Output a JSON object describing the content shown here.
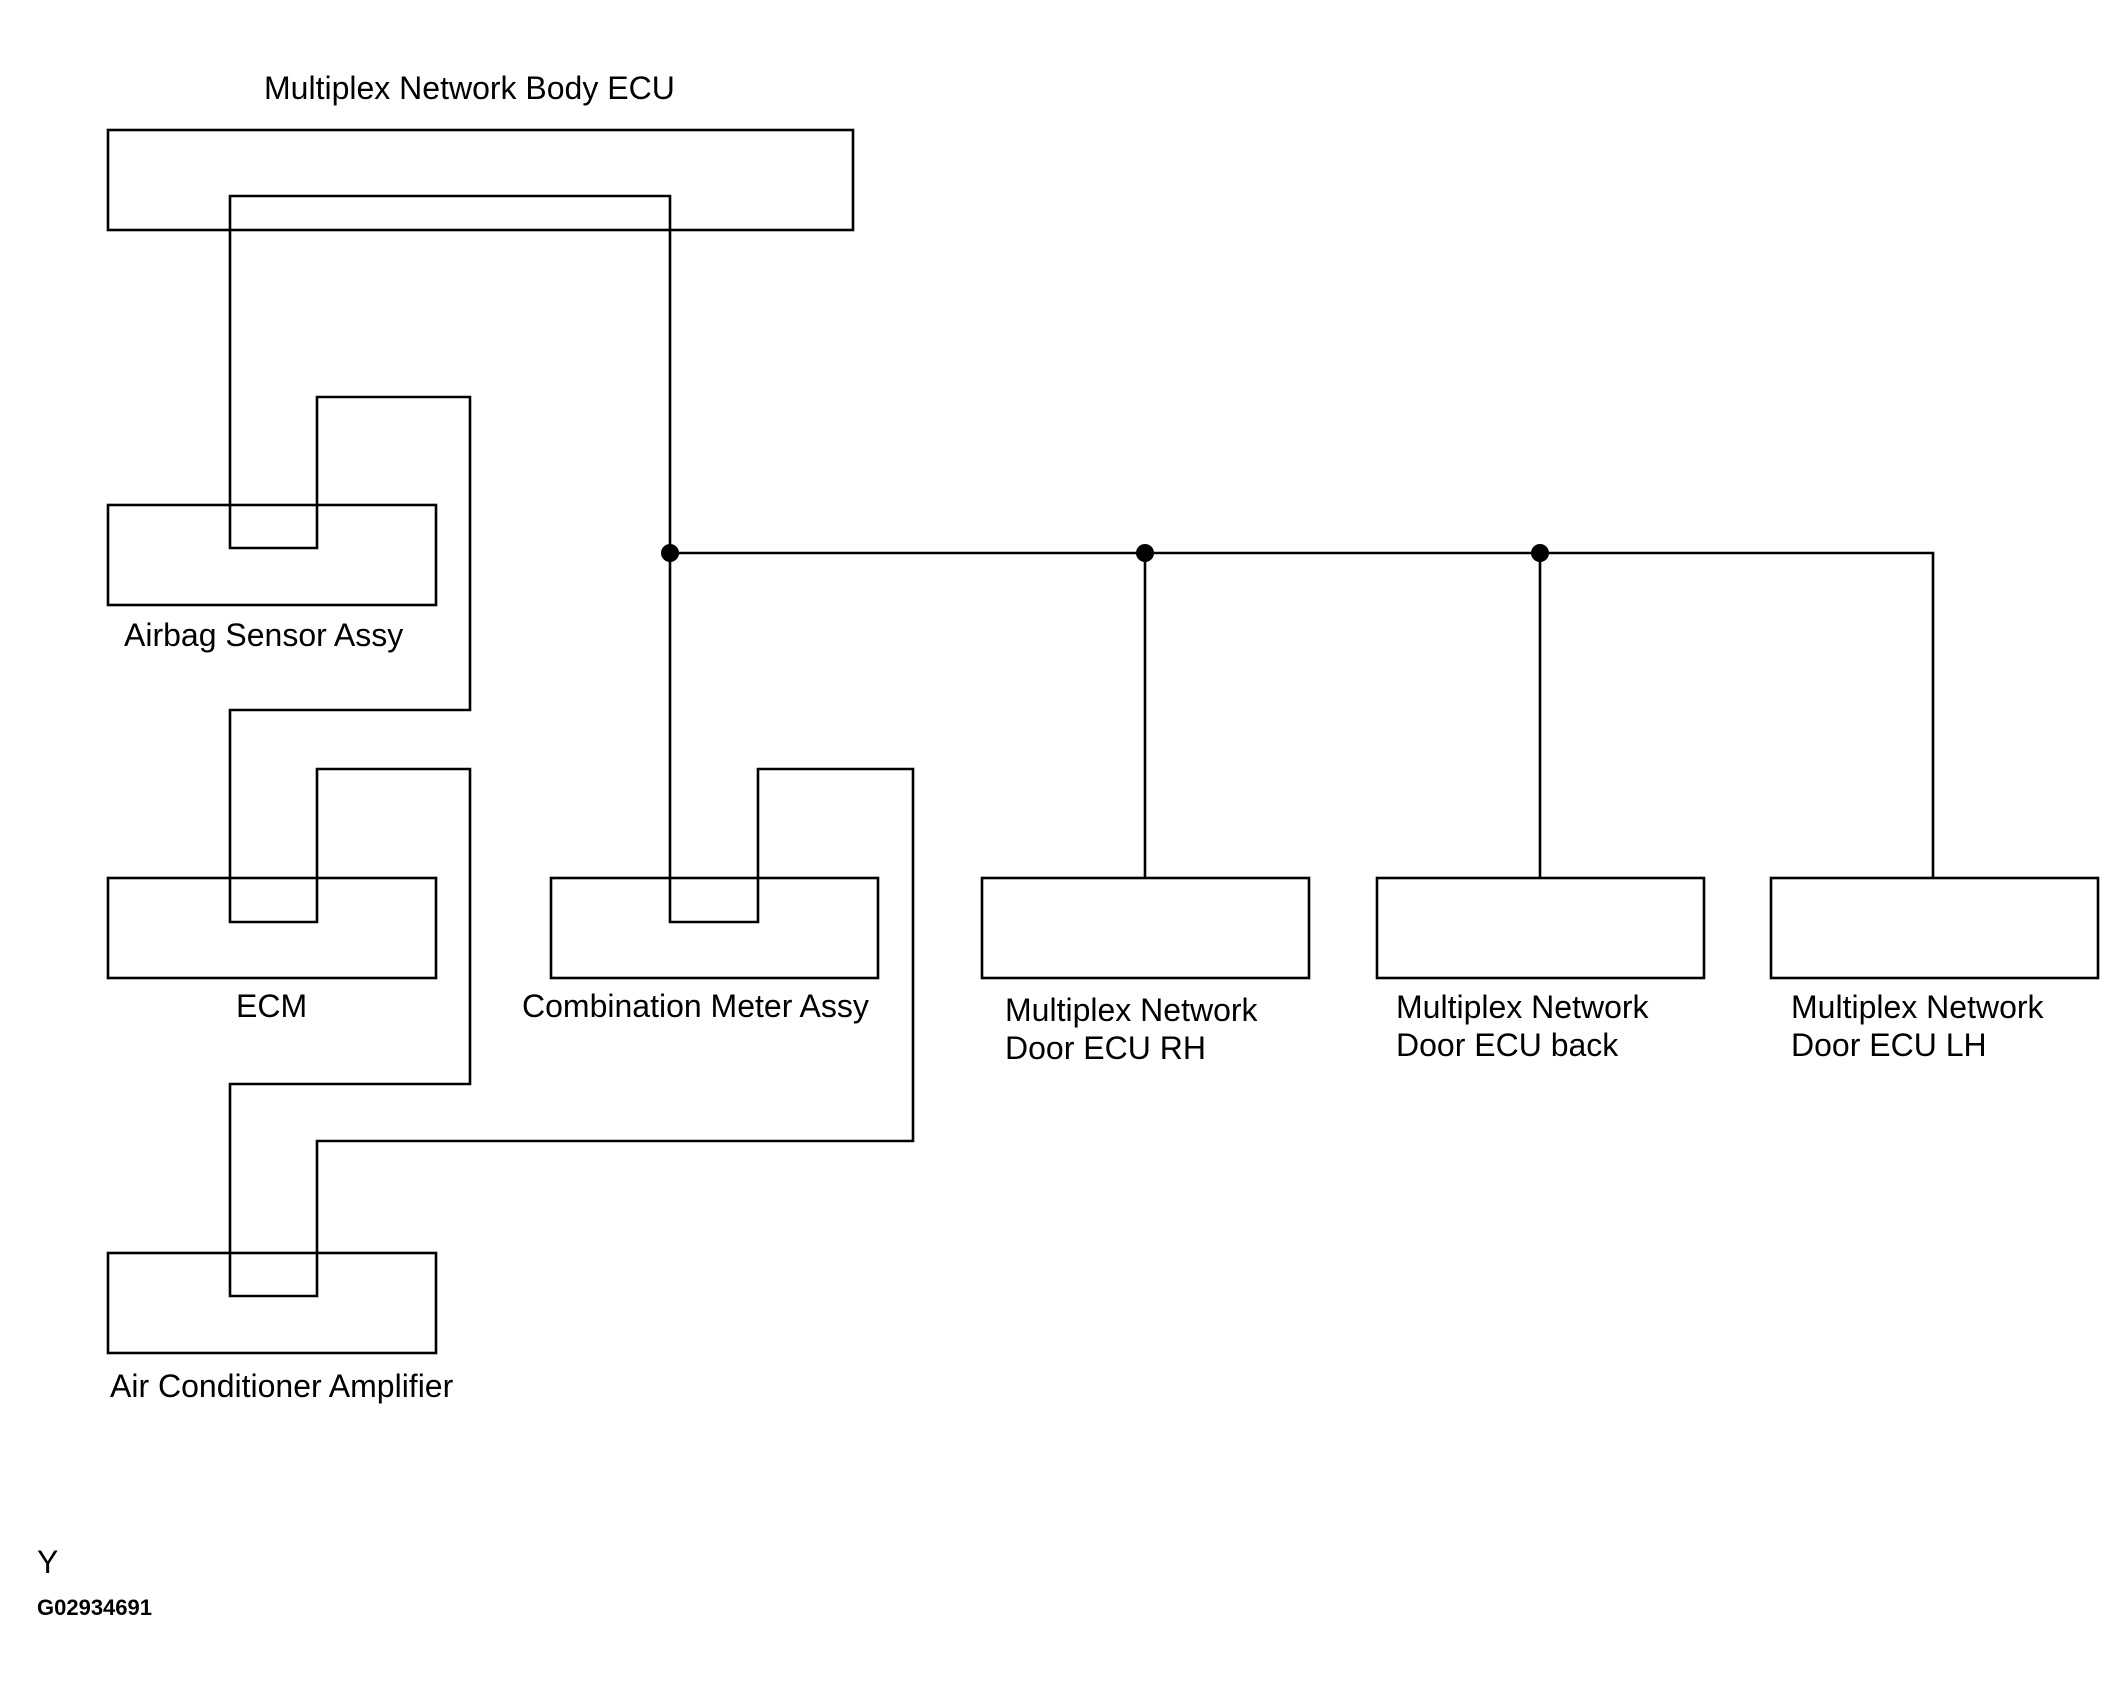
{
  "components": {
    "body_ecu": {
      "label": "Multiplex Network Body ECU"
    },
    "airbag": {
      "label": "Airbag Sensor Assy"
    },
    "ecm": {
      "label": "ECM"
    },
    "ac_amp": {
      "label": "Air Conditioner Amplifier"
    },
    "combo_meter": {
      "label": "Combination Meter Assy"
    },
    "door_rh": {
      "line1": "Multiplex Network",
      "line2": "Door ECU RH"
    },
    "door_back": {
      "line1": "Multiplex Network",
      "line2": "Door ECU back"
    },
    "door_lh": {
      "line1": "Multiplex Network",
      "line2": "Door ECU LH"
    }
  },
  "footer": {
    "letter": "Y",
    "code": "G02934691"
  }
}
